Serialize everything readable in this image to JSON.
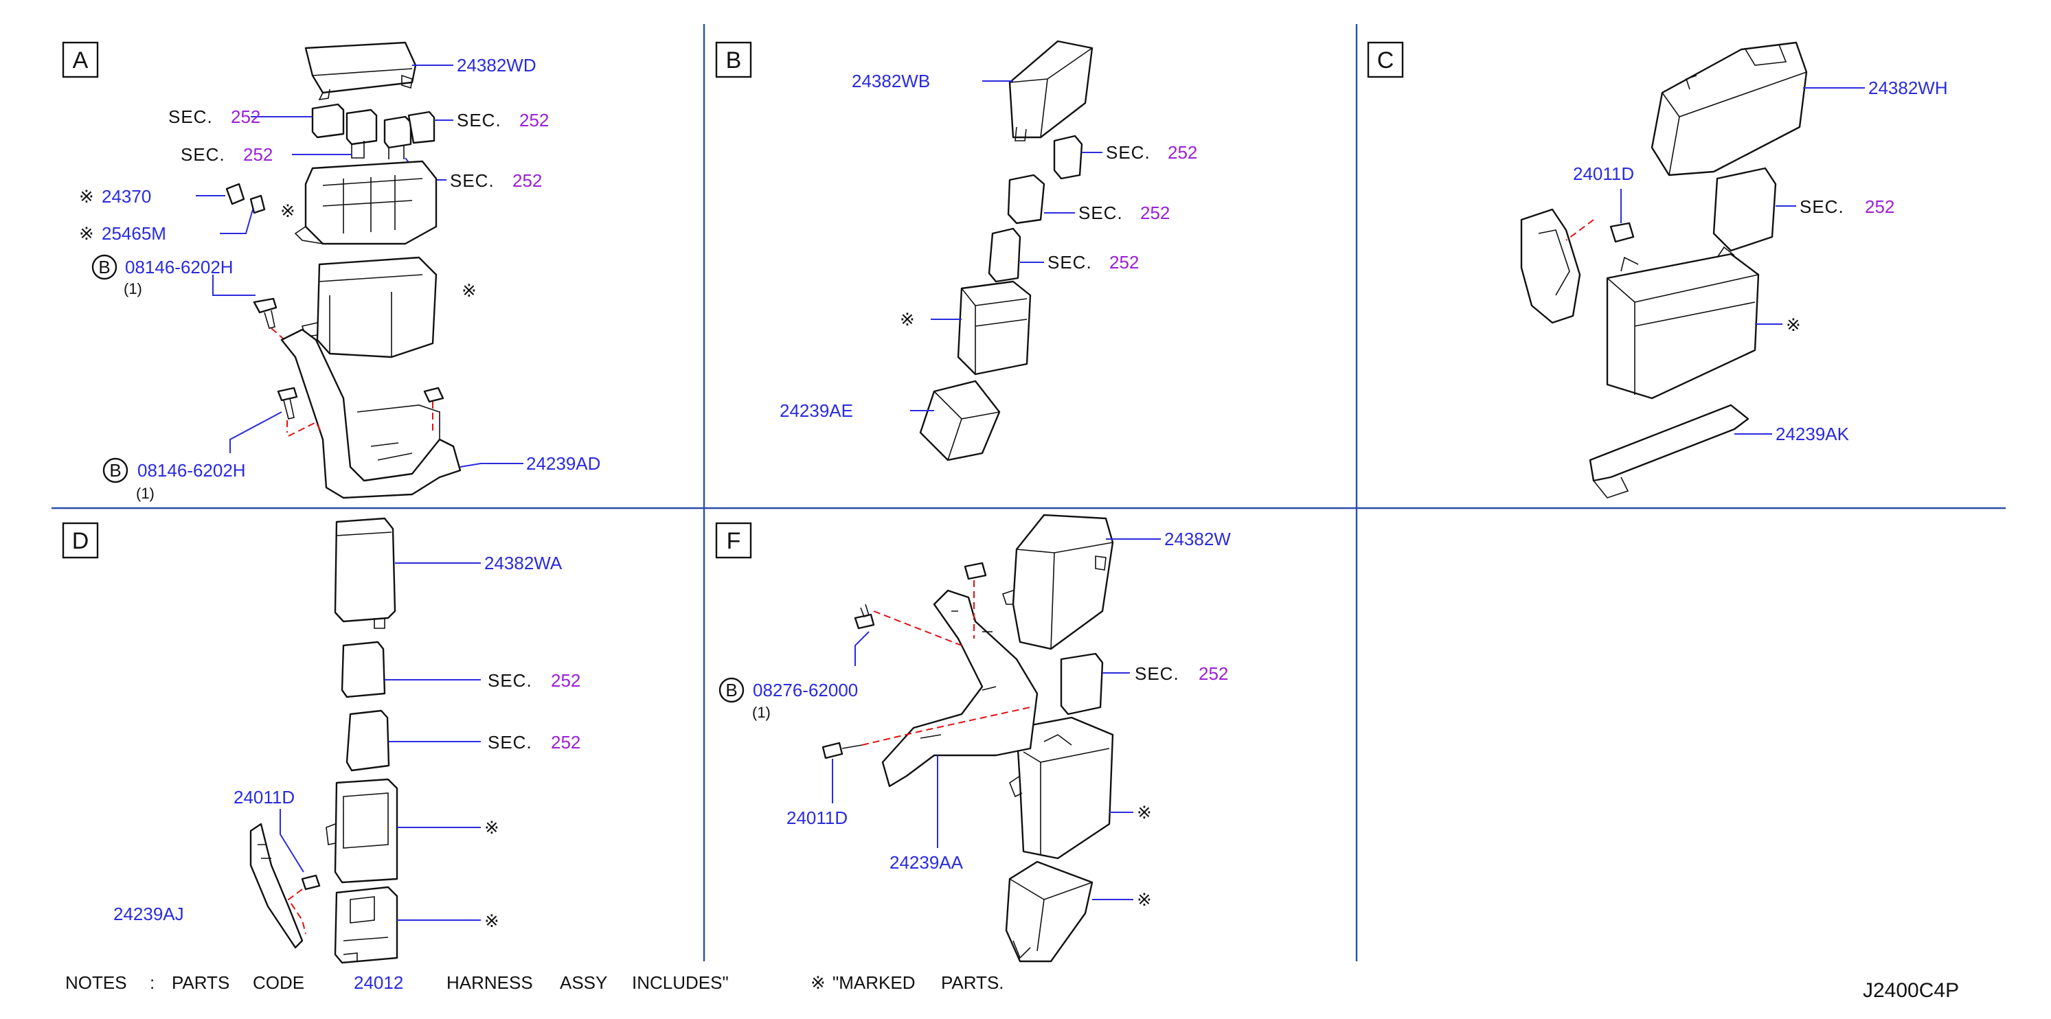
{
  "panels": [
    "A",
    "B",
    "C",
    "D",
    "F"
  ],
  "sec_label": "SEC.",
  "sec_number": "252",
  "marker": "※",
  "panel_a": {
    "wd": "24382WD",
    "p24370": "24370",
    "p25465m": "25465M",
    "bolt1": "08146-6202H",
    "bolt1_qty": "(1)",
    "bolt2": "08146-6202H",
    "bolt2_qty": "(1)",
    "bracket": "24239AD",
    "b_circle": "B"
  },
  "panel_b": {
    "wb": "24382WB",
    "ae": "24239AE"
  },
  "panel_c": {
    "wh": "24382WH",
    "clip": "24011D",
    "ak": "24239AK"
  },
  "panel_d": {
    "wa": "24382WA",
    "clip": "24011D",
    "aj": "24239AJ"
  },
  "panel_f": {
    "w": "24382W",
    "bolt": "08276-62000",
    "bolt_qty": "(1)",
    "clip": "24011D",
    "aa": "24239AA",
    "b_circle": "B"
  },
  "notes": {
    "prefix": "NOTES",
    "colon": ":",
    "parts": "PARTS",
    "code": "CODE",
    "code_num": "24012",
    "harness": "HARNESS",
    "assy": "ASSY",
    "includes": "INCLUDES\"",
    "marked": "\"MARKED",
    "parts2": "PARTS."
  },
  "drawing_id": "J2400C4P",
  "colors": {
    "part_number": "#2a2ae0",
    "section_number": "#9b1fd6",
    "grid": "#2a4fa8",
    "dashed": "#e01010"
  }
}
